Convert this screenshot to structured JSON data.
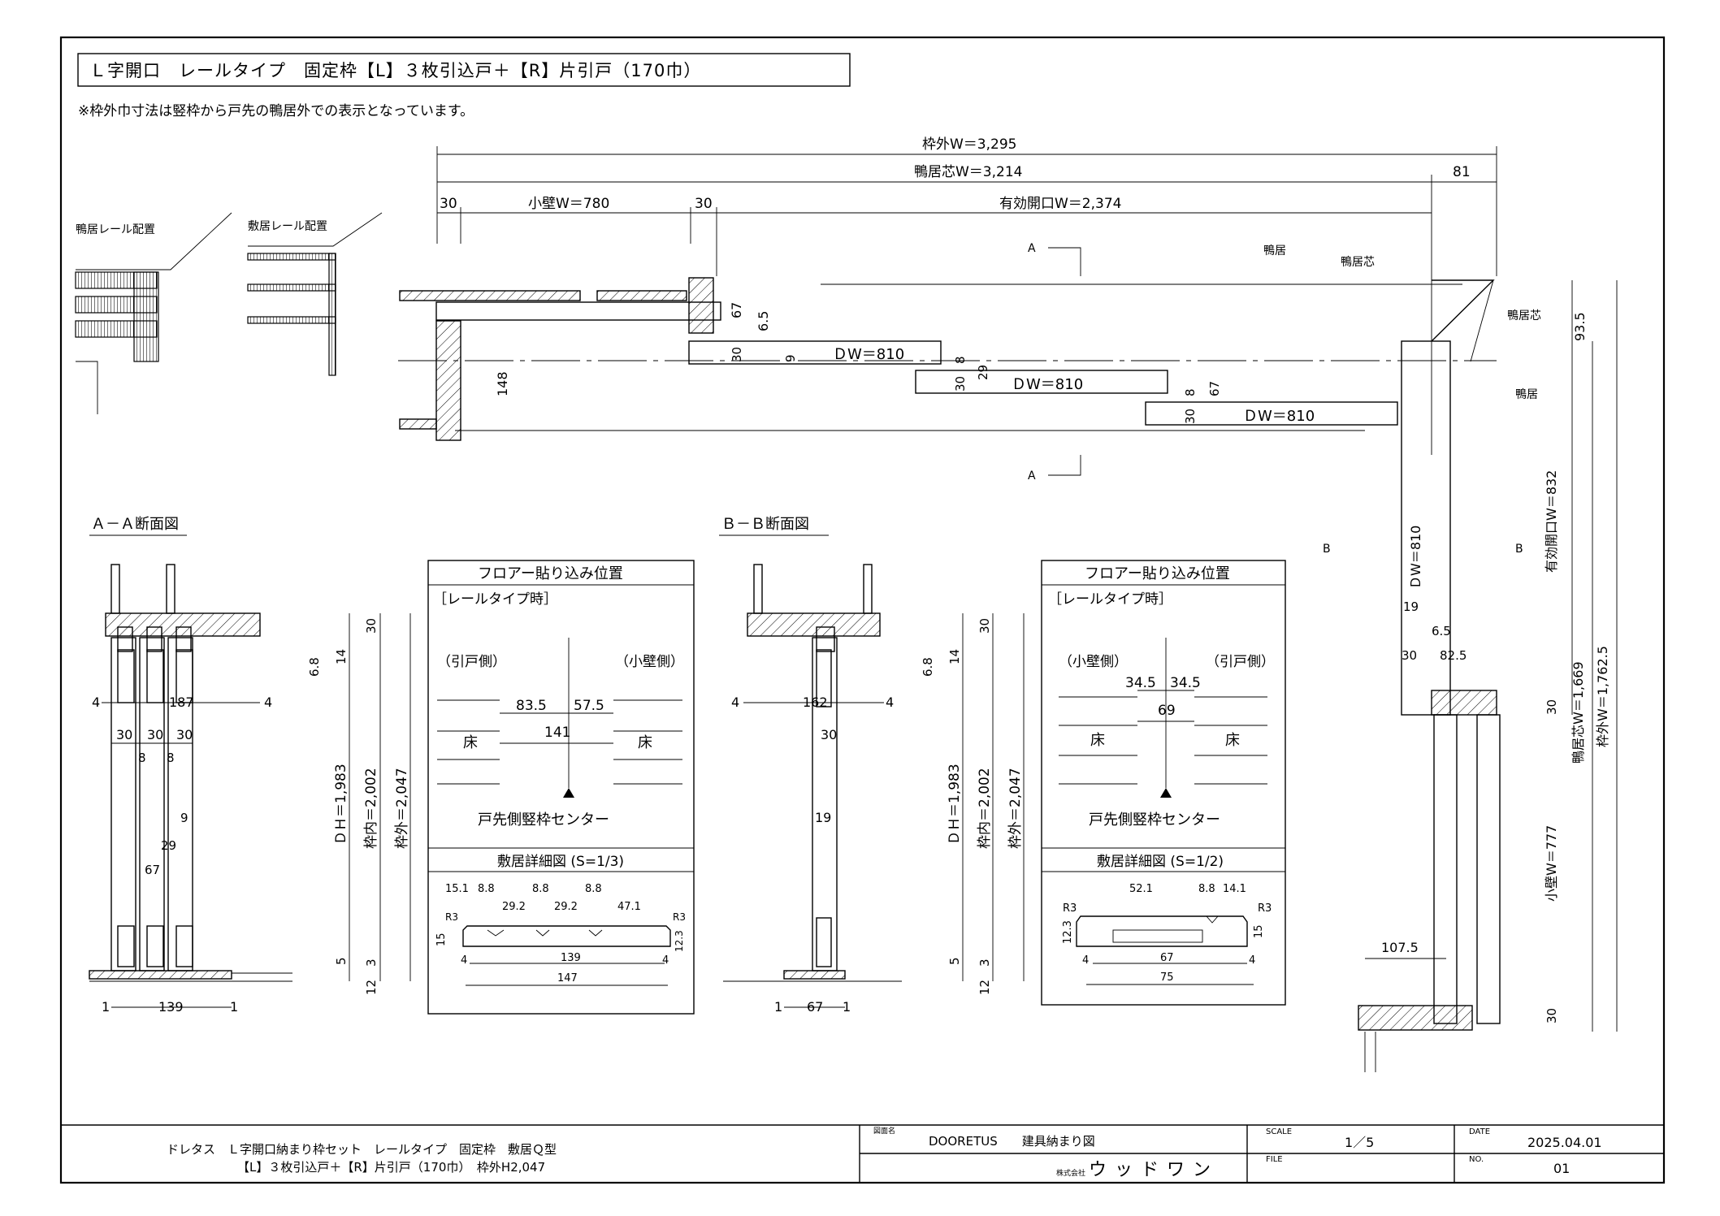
{
  "title": "Ｌ字開口　レールタイプ　固定枠【L】３枚引込戸＋【R】片引戸（170巾）",
  "note": "※枠外巾寸法は竪枠から戸先の鴨居外での表示となっています。",
  "plan": {
    "frame_outer_w": "枠外W＝3,295",
    "head_center_w": "鴨居芯W＝3,214",
    "dim_81": "81",
    "dim_30_left": "30",
    "small_wall_w": "小壁W＝780",
    "dim_30_mid": "30",
    "effective_opening_w": "有効開口W＝2,374",
    "label_kamoi_1": "鴨居",
    "label_kamoi_center_1": "鴨居芯",
    "label_kamoi_center_2": "鴨居芯",
    "label_kamoi_2": "鴨居",
    "section_a": "A",
    "section_b": "B",
    "dim_67": "67",
    "dim_6_5": "6.5",
    "dim_148": "148",
    "dim_30a": "30",
    "dim_9": "9",
    "dim_8a": "8",
    "dim_29": "29",
    "dim_30b": "30",
    "dim_8b": "8",
    "dim_67b": "67",
    "dim_30c": "30",
    "door1": "ＤW＝810",
    "door2": "ＤW＝810",
    "door3": "ＤW＝810",
    "dim_93_5": "93.5",
    "right_effective": "有効開口W＝832",
    "right_dw": "ＤW＝810",
    "dim_19": "19",
    "dim_6_5b": "6.5",
    "dim_30d": "30",
    "dim_82_5": "82.5",
    "dim_30e": "30",
    "right_head_center": "鴨居芯W＝1,669",
    "right_outer": "枠外W＝1,762.5",
    "right_small_wall": "小壁W＝777",
    "dim_107_5": "107.5",
    "dim_30f": "30"
  },
  "rail_layout": {
    "head_label": "鴨居レール配置",
    "sill_label": "敷居レール配置"
  },
  "section_aa": {
    "title": "Ａ－Ａ断面図",
    "dim_4l": "4",
    "dim_187": "187",
    "dim_4r": "4",
    "dim_30_1": "30",
    "dim_30_2": "30",
    "dim_30_3": "30",
    "dim_8_1": "8",
    "dim_8_2": "8",
    "dim_9": "9",
    "dim_29": "29",
    "dim_67": "67",
    "dim_1l": "1",
    "dim_139": "139",
    "dim_1r": "1",
    "dim_30_top": "30",
    "dim_6_8": "6.8",
    "dim_14": "14",
    "dh": "ＤＨ＝1,983",
    "frame_inner": "枠内＝2,002",
    "frame_outer": "枠外＝2,047",
    "dim_5": "5",
    "dim_3": "3",
    "dim_12": "12"
  },
  "floor_panel_left": {
    "title": "フロアー貼り込み位置",
    "subtitle": "［レールタイプ時］",
    "left_side": "（引戸側）",
    "right_side": "（小壁側）",
    "dim_83_5": "83.5",
    "dim_57_5": "57.5",
    "dim_141": "141",
    "floor_l": "床",
    "floor_r": "床",
    "center": "戸先側竪枠センター",
    "sill_title": "敷居詳細図 (S=1/3)",
    "d_15_1": "15.1",
    "d_8_8a": "8.8",
    "d_8_8b": "8.8",
    "d_8_8c": "8.8",
    "d_29_2a": "29.2",
    "d_29_2b": "29.2",
    "d_47_1": "47.1",
    "r3l": "R3",
    "r3r": "R3",
    "d_15": "15",
    "d_12_3": "12.3",
    "d_4l": "4",
    "d_139": "139",
    "d_4r": "4",
    "d_147": "147"
  },
  "section_bb": {
    "title": "Ｂ－Ｂ断面図",
    "dim_4l": "4",
    "dim_162": "162",
    "dim_4r": "4",
    "dim_30": "30",
    "dim_19": "19",
    "dim_1l": "1",
    "dim_67": "67",
    "dim_1r": "1",
    "dim_30_top": "30",
    "dim_6_8": "6.8",
    "dim_14": "14",
    "dh": "ＤＨ＝1,983",
    "frame_inner": "枠内＝2,002",
    "frame_outer": "枠外＝2,047",
    "dim_5": "5",
    "dim_3": "3",
    "dim_12": "12"
  },
  "floor_panel_right": {
    "title": "フロアー貼り込み位置",
    "subtitle": "［レールタイプ時］",
    "left_side": "（小壁側）",
    "right_side": "（引戸側）",
    "dim_34_5a": "34.5",
    "dim_34_5b": "34.5",
    "dim_69": "69",
    "floor_l": "床",
    "floor_r": "床",
    "center": "戸先側竪枠センター",
    "sill_title": "敷居詳細図 (S=1/2)",
    "d_52_1": "52.1",
    "d_8_8": "8.8",
    "d_14_1": "14.1",
    "r3l": "R3",
    "r3r": "R3",
    "d_12_3": "12.3",
    "d_15": "15",
    "d_4l": "4",
    "d_67": "67",
    "d_4r": "4",
    "d_75": "75"
  },
  "footer": {
    "desc_line1": "ドレタス　Ｌ字開口納まり枠セット　レールタイプ　固定枠　敷居Ｑ型",
    "desc_line2": "【L】３枚引込戸＋【R】片引戸（170巾）　枠外H2,047",
    "drawing_name_label": "図面名",
    "drawing_name": "DOORETUS　　建具納まり図",
    "company_prefix": "株式会社",
    "company": "ウッドワン",
    "scale_label": "SCALE",
    "scale": "1／5",
    "file_label": "FILE",
    "date_label": "DATE",
    "date": "2025.04.01",
    "no_label": "NO.",
    "no": "01"
  }
}
